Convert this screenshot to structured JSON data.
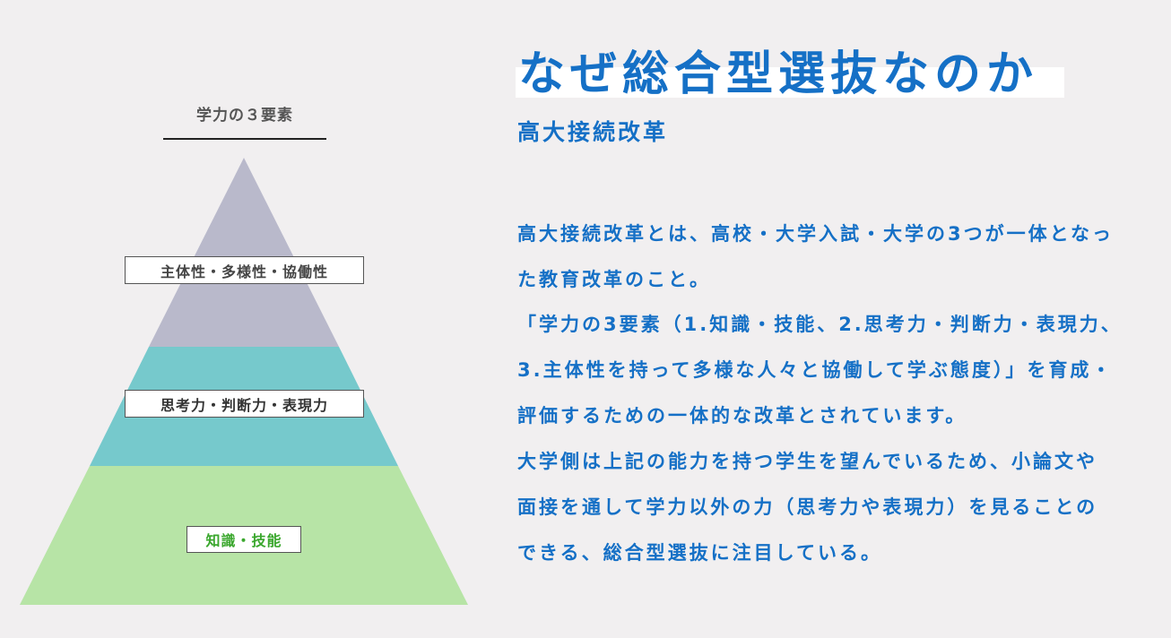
{
  "pyramid": {
    "title": "学力の３要素",
    "levels": [
      {
        "label": "主体性・多様性・協働性",
        "color": "#b9b9cb",
        "text_color": "#444444"
      },
      {
        "label": "思考力・判断力・表現力",
        "color": "#76c9cc",
        "text_color": "#333333"
      },
      {
        "label": "知識・技能",
        "color": "#b7e4a6",
        "text_color": "#3aa72d"
      }
    ]
  },
  "heading": {
    "title": "なぜ総合型選抜なのか",
    "subtitle": "高大接続改革"
  },
  "body_lines": [
    "高大接続改革とは、高校・大学入試・大学の3つが一体となっ",
    "た教育改革のこと。",
    "「学力の3要素（1.知識・技能、2.思考力・判断力・表現力、",
    "3.主体性を持って多様な人々と協働して学ぶ態度）」を育成・",
    "評価するための一体的な改革とされています。",
    "大学側は上記の能力を持つ学生を望んでいるため、小論文や",
    "面接を通して学力以外の力（思考力や表現力）を見ることの",
    "できる、総合型選抜に注目している。"
  ],
  "colors": {
    "accent": "#1570c6",
    "background": "#f1eff0"
  }
}
